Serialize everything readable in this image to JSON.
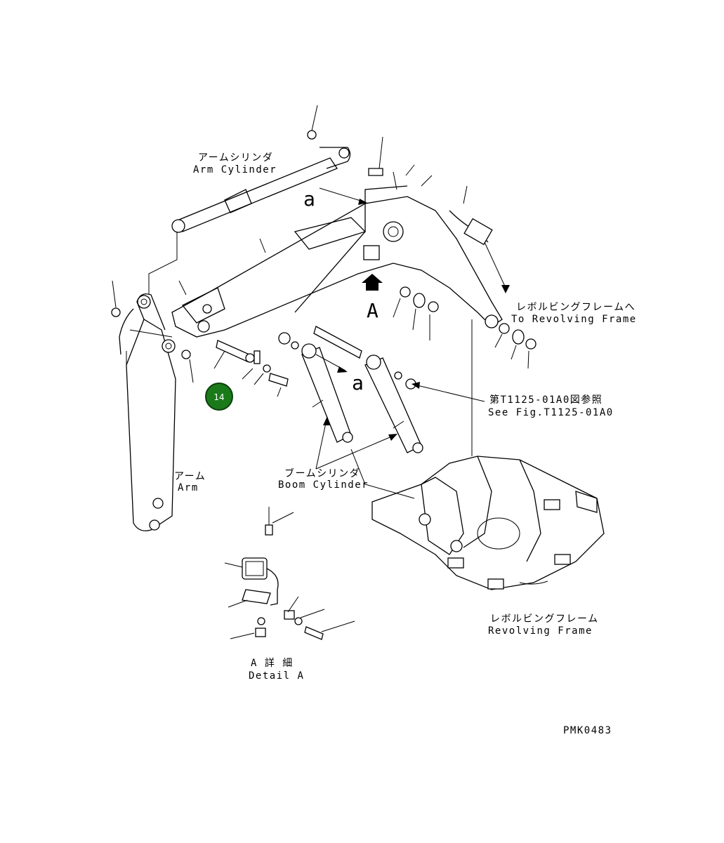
{
  "labels": {
    "arm_cylinder_jp": "アームシリンダ",
    "arm_cylinder_en": "Arm Cylinder",
    "to_revolving_jp": "レボルビングフレームへ",
    "to_revolving_en": "To Revolving Frame",
    "see_fig_jp": "第T1125-01A0図参照",
    "see_fig_en": "See Fig.T1125-01A0",
    "boom_cylinder_jp": "ブームシリンダ",
    "boom_cylinder_en": "Boom Cylinder",
    "arm_jp": "アーム",
    "arm_en": "Arm",
    "revolving_jp": "レボルビングフレーム",
    "revolving_en": "Revolving Frame",
    "detail_jp": "A 詳 細",
    "detail_en": "Detail A",
    "view_letter": "A",
    "ref_a1": "a",
    "ref_a2": "a",
    "figure_code": "PMK0483"
  },
  "callouts": [
    {
      "number": "14",
      "color": "#1a7a1a"
    }
  ]
}
